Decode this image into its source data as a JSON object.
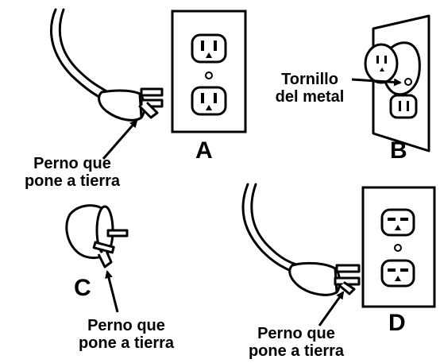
{
  "panels": {
    "A": {
      "letter": "A",
      "callout": {
        "line1": "Perno que",
        "line2": "pone a tierra"
      }
    },
    "B": {
      "letter": "B",
      "callout": {
        "line1": "Tornillo",
        "line2": "del metal"
      }
    },
    "C": {
      "letter": "C",
      "callout": {
        "line1": "Perno que",
        "line2": "pone a tierra"
      }
    },
    "D": {
      "letter": "D",
      "callout": {
        "line1": "Perno que",
        "line2": "pone a tierra"
      }
    }
  },
  "colors": {
    "ink": "#000000",
    "paper": "#ffffff"
  }
}
